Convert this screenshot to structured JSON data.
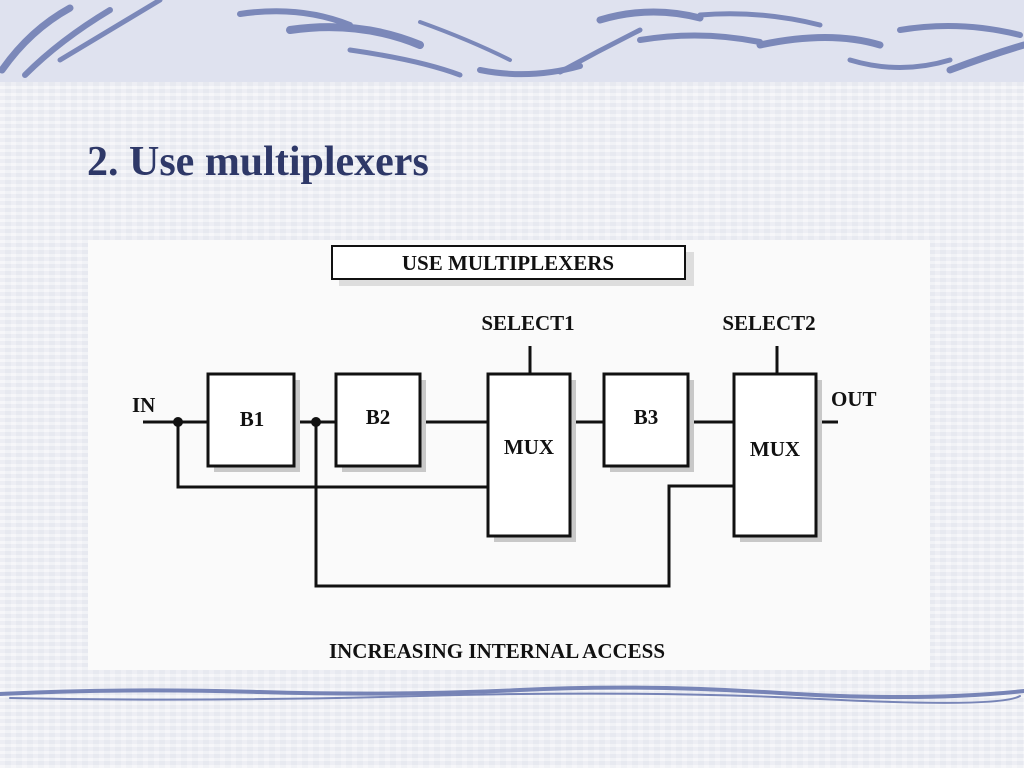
{
  "slide": {
    "title": "2. Use multiplexers"
  },
  "diagram": {
    "header": "USE  MULTIPLEXERS",
    "input_label": "IN",
    "output_label": "OUT",
    "blocks": [
      "B1",
      "B2",
      "B3"
    ],
    "mux_label": "MUX",
    "selects": [
      "SELECT1",
      "SELECT2"
    ],
    "caption": "INCREASING  INTERNAL  ACCESS"
  },
  "colors": {
    "title": "#2e3868",
    "decoration": "#5a6aa8",
    "band": "#dfe2ef"
  }
}
